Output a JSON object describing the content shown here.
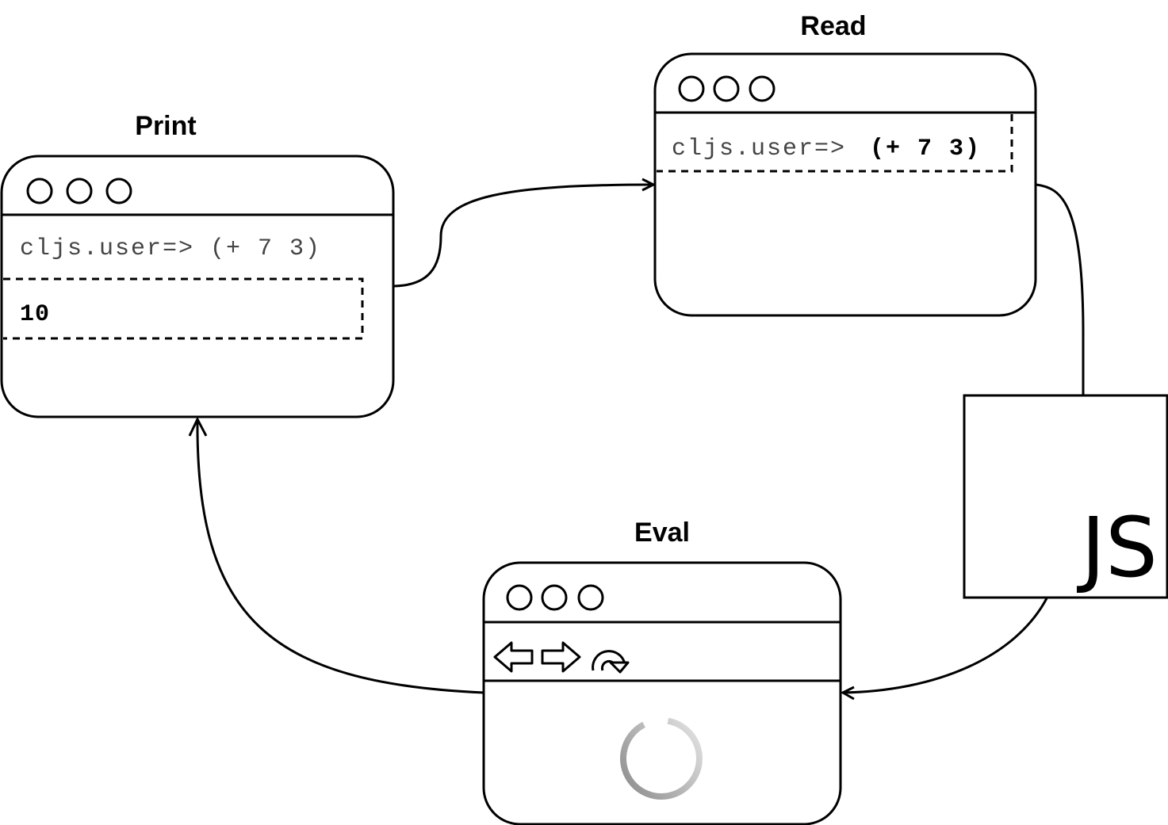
{
  "diagram": {
    "read": {
      "title": "Read",
      "prompt": "cljs.user=>",
      "expression": "(+ 7 3)"
    },
    "print": {
      "title": "Print",
      "prompt_line": "cljs.user=> (+ 7 3)",
      "result": "10"
    },
    "eval": {
      "title": "Eval",
      "icons": [
        "back-arrow-icon",
        "forward-arrow-icon",
        "reload-icon",
        "loading-spinner-icon"
      ]
    },
    "js_box": {
      "label": "JS"
    }
  }
}
